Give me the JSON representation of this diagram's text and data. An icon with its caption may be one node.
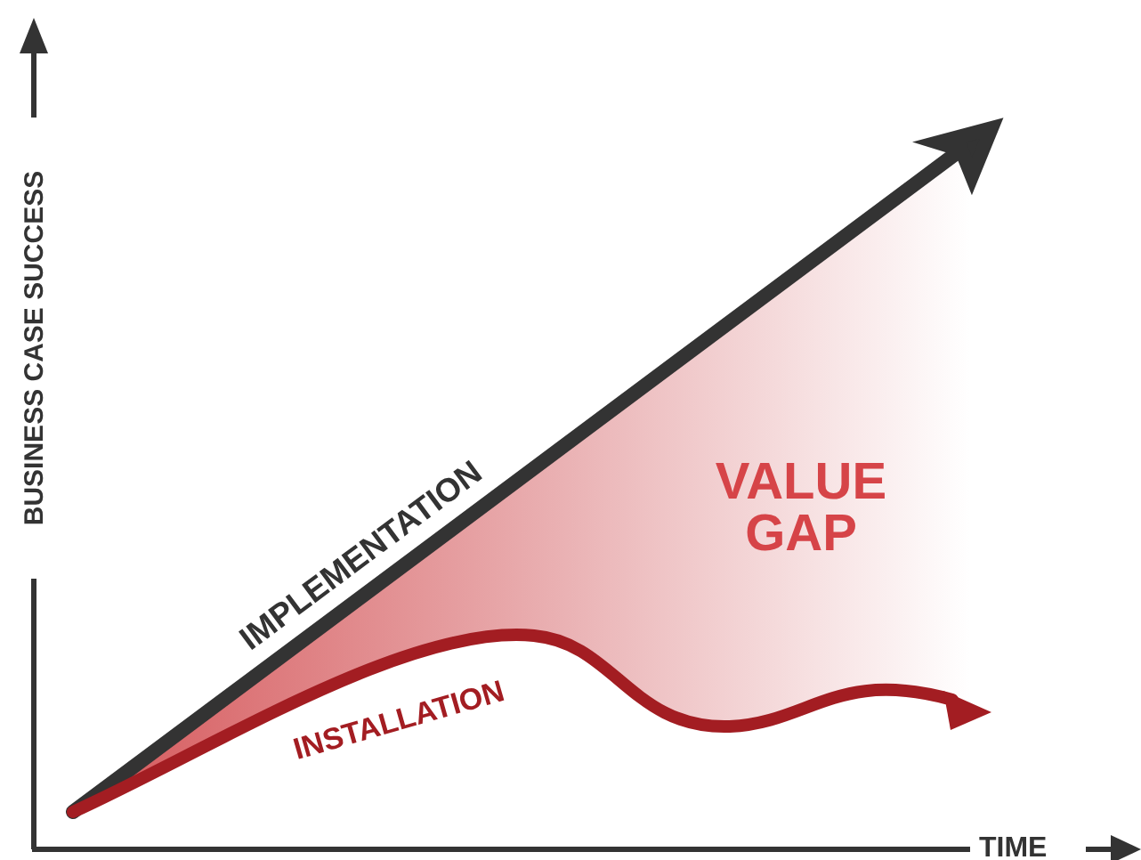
{
  "diagram": {
    "labels": [
      "VALUE GAP",
      "IMPLEMENTATION",
      "INSTALLATION",
      "BUSINESS CASE SUCCESS",
      "TIME"
    ]
  }
}
